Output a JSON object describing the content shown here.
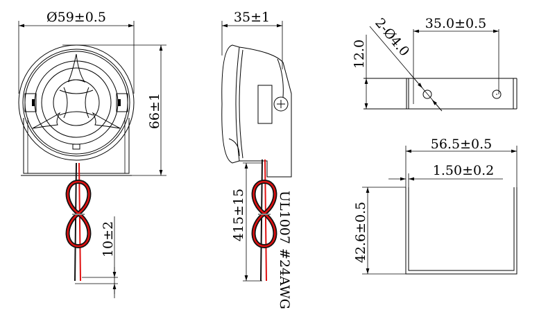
{
  "front_view": {
    "diameter_dim": "Ø59±0.5",
    "height_dim": "66±1",
    "strip_dim": "10±2"
  },
  "side_view": {
    "depth_dim": "35±1",
    "wire_length_dim": "415±15",
    "wire_spec": "UL1007 #24AWG"
  },
  "bracket_top_view": {
    "hole_spacing_dim": "35.0±0.5",
    "hole_dim": "2-Ø4.0",
    "width_dim": "12.0"
  },
  "bracket_section_view": {
    "length_dim": "56.5±0.5",
    "thickness_dim": "1.50±0.2",
    "height_dim": "42.6±0.5"
  },
  "colors": {
    "wire_red": "#e01010",
    "wire_black": "#111111",
    "line": "#000000"
  }
}
